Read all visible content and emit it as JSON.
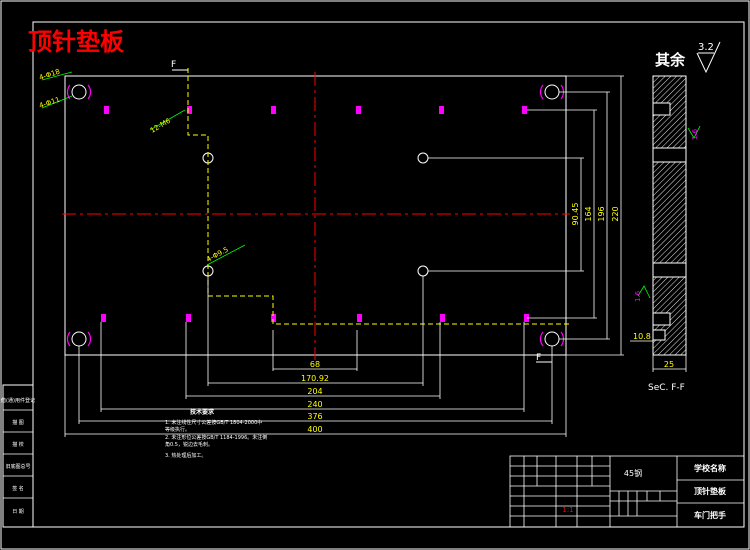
{
  "title": "顶针垫板",
  "other_finish": {
    "label": "其余",
    "roughness": "3.2"
  },
  "holes": {
    "corner_label_top": "4-Φ18",
    "corner_label_bottom": "4-Φ11",
    "thread_label": "12-M6",
    "hole_label": "4-Φ9.5"
  },
  "section_marks": {
    "top": "F",
    "bottom": "F"
  },
  "dims_horizontal": [
    "68",
    "170.92",
    "204",
    "240",
    "376",
    "400"
  ],
  "dims_vertical": [
    "90.45",
    "164",
    "196",
    "220"
  ],
  "section_view": {
    "caption": "SeC. F-F",
    "dim_width": "25",
    "dim_small": "10.8",
    "roughness_marks": [
      "1.6",
      "1.6"
    ]
  },
  "tech_notes": {
    "title": "技术要求",
    "items": [
      "1. 未注线性尺寸公差按GB/T 1804-2000中",
      "   等级执行。",
      "2. 未注形位公差按GB/T 1184-1996。未注倒",
      "   角0.5，锐边去毛刺。",
      "3. 热处理后加工。"
    ]
  },
  "title_block": {
    "material": "45钢",
    "school": "学校名称",
    "part_name": "顶针垫板",
    "category": "车门把手",
    "scale": "1:1"
  },
  "side_bar_labels": [
    "借(通)用件登记",
    "描 图",
    "描 校",
    "旧底图总号",
    "签 名",
    "日 期"
  ],
  "colors": {
    "background": "#000000",
    "frame": "#ffffff",
    "title": "#ff0000",
    "centerline": "#ff0000",
    "dimension": "#ffff00",
    "hidden": "#ffff00",
    "thread": "#ff00ff",
    "leader": "#00ff00"
  }
}
